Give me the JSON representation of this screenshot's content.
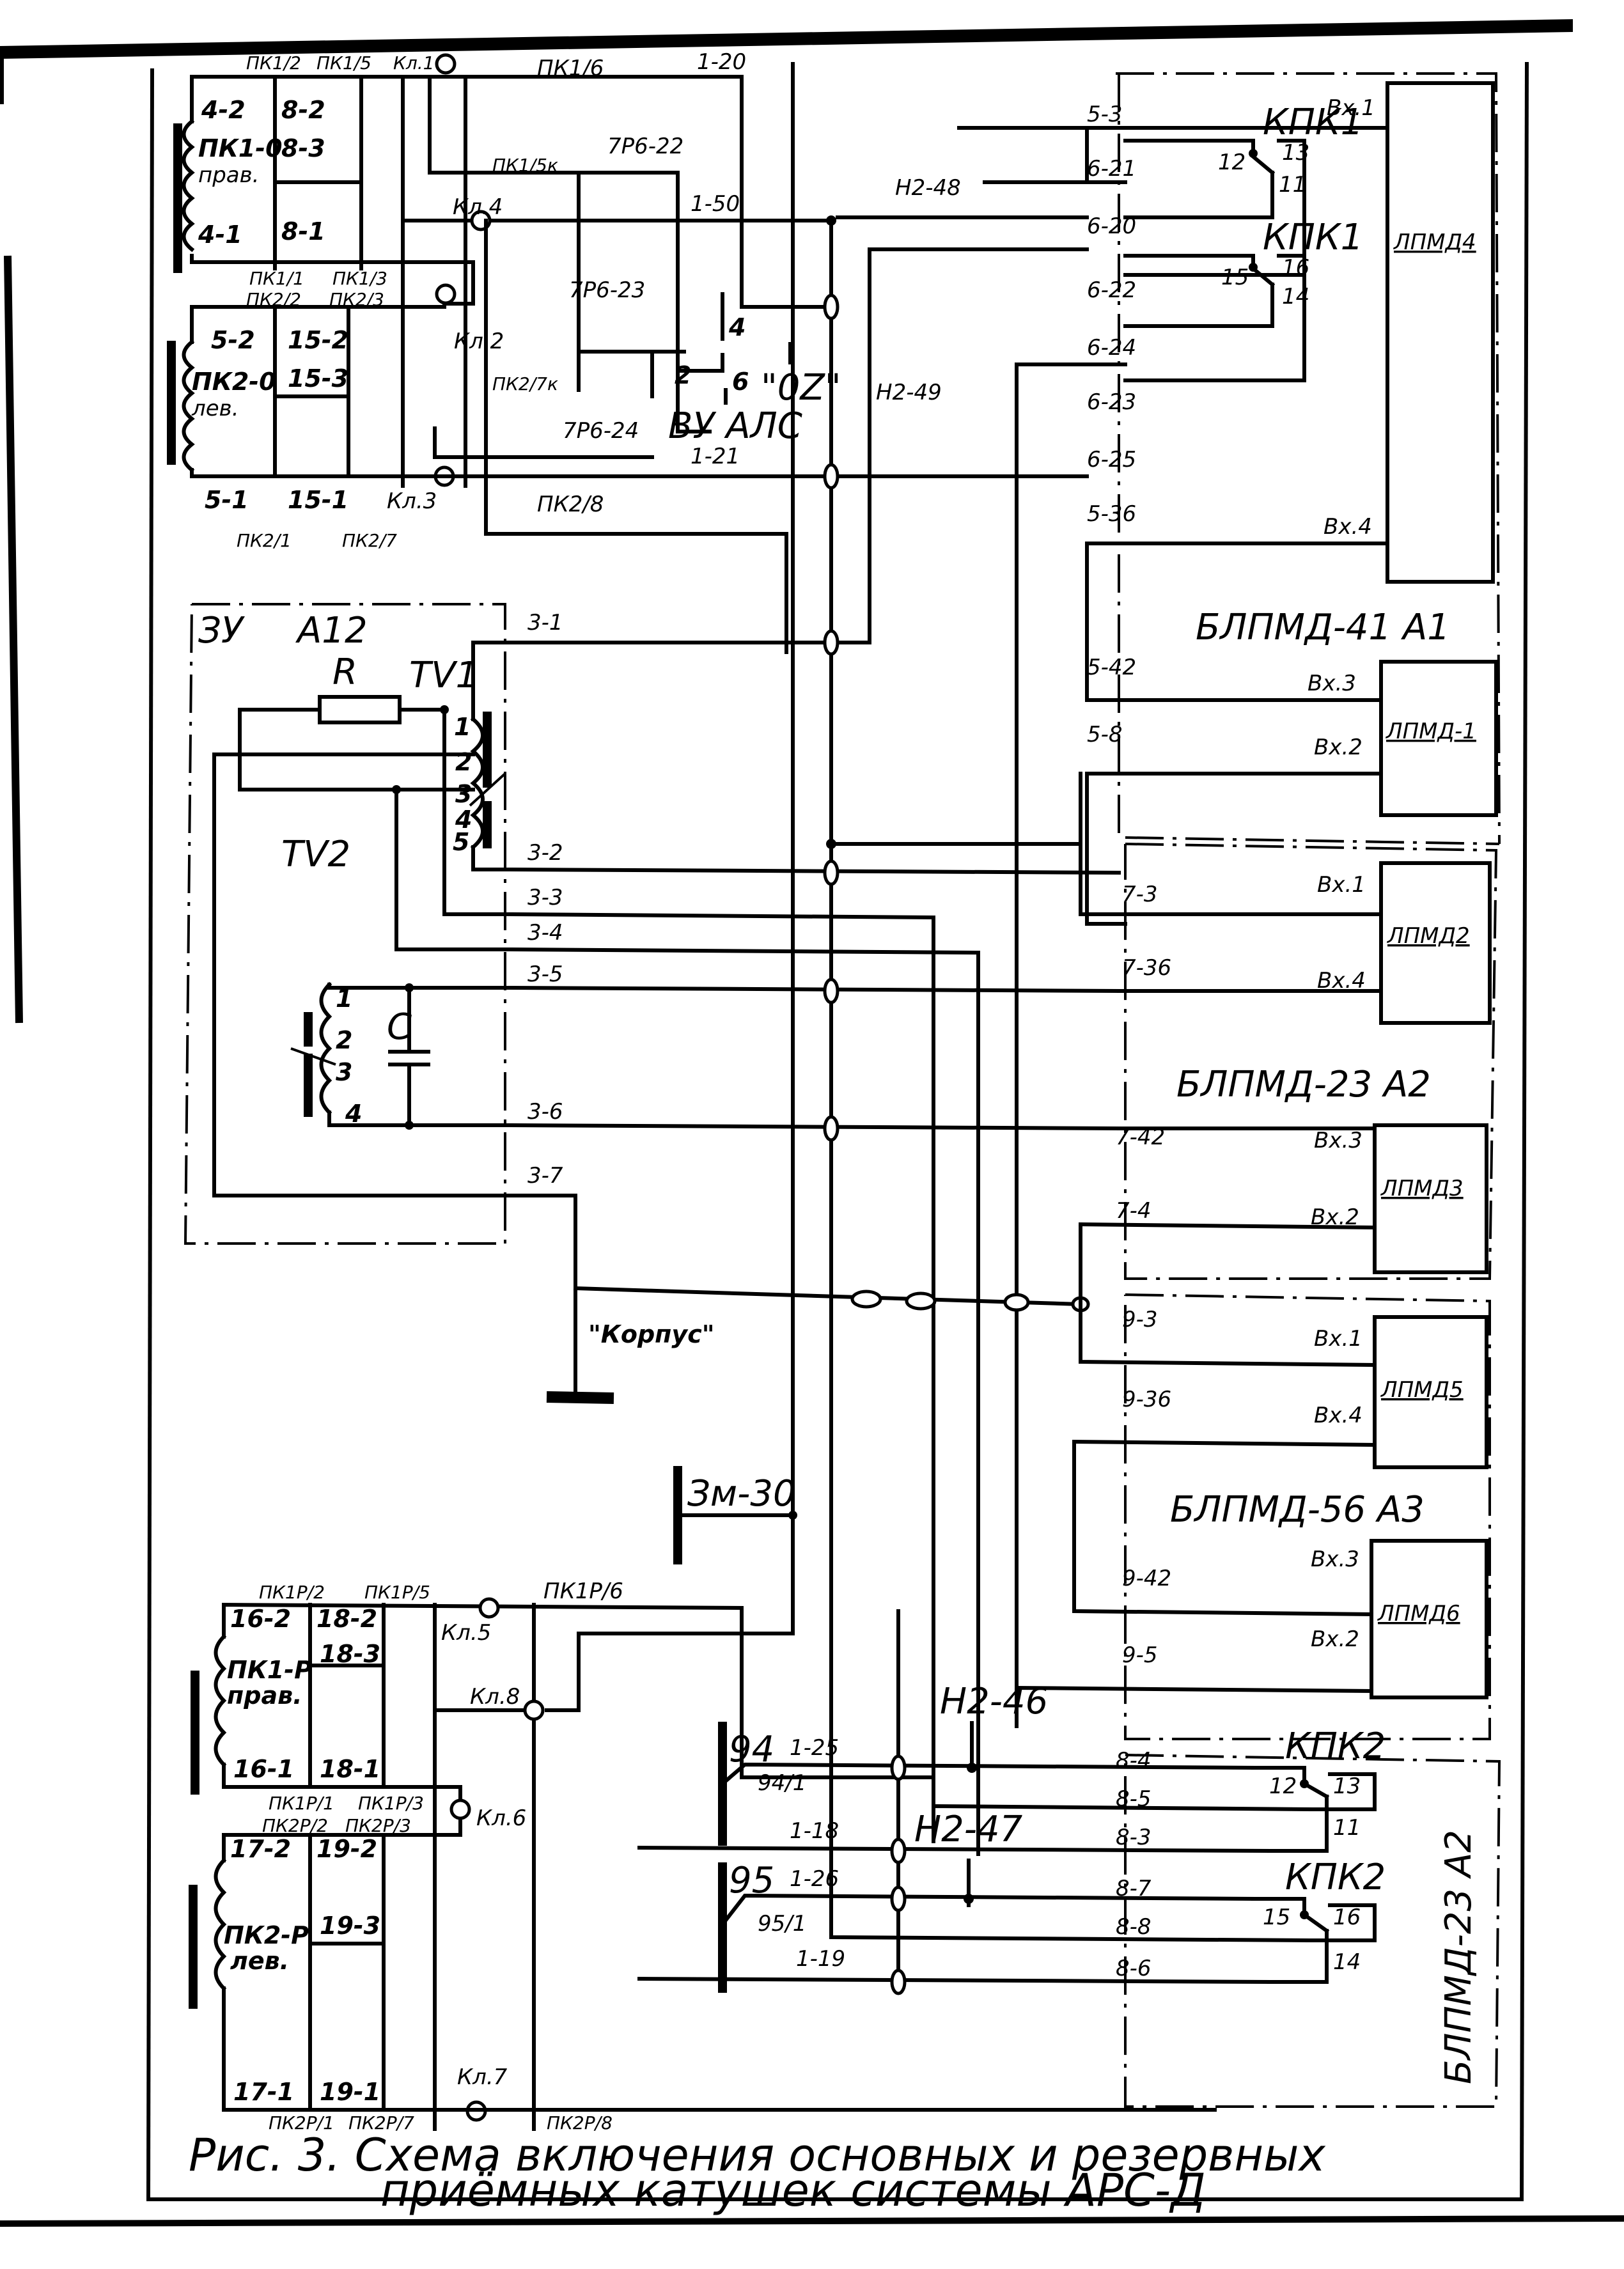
{
  "caption": {
    "line1": "Рис. 3. Схема включения основных и резервных",
    "line2": "приёмных катушек системы АРС-Д"
  },
  "main_coils": {
    "pk1": {
      "name": "ПК1-0",
      "side": "прав.",
      "t_top": "4-2",
      "t_bot": "4-1",
      "t_mid1": "8-2",
      "t_mid2": "8-3",
      "t_mid3": "8-1"
    },
    "pk2": {
      "name": "ПК2-0",
      "side": "лев.",
      "t_top": "5-2",
      "t_bot": "5-1",
      "t_mid1": "15-2",
      "t_mid2": "15-3",
      "t_mid3": "15-1"
    },
    "wire_labels": [
      "ПК1/2",
      "ПК1/5",
      "Кл.1",
      "ПК1/6",
      "ПК1/1",
      "ПК1/3",
      "ПК2/2",
      "ПК2/3",
      "ПК1/5к",
      "ПК2/7к",
      "ПК2/8",
      "ПК2/1",
      "ПК2/7"
    ],
    "clamps": [
      "Кл.4",
      "Кл.2",
      "Кл.3"
    ],
    "connectors": [
      "1-20",
      "1-50",
      "1-21",
      "7Р6-22",
      "7Р6-23",
      "7Р6-24"
    ]
  },
  "vu_als": {
    "name": "ВУ АЛС",
    "pins": [
      "4",
      "2",
      "6"
    ],
    "mark": "\"0Z\""
  },
  "zu": {
    "name": "ЗУ",
    "ref": "А12",
    "resistor": "R",
    "capacitor": "C",
    "tv1": {
      "name": "TV1",
      "pins": [
        "1",
        "2",
        "3",
        "4",
        "5"
      ]
    },
    "tv2": {
      "name": "TV2",
      "pins": [
        "1",
        "2",
        "3",
        "4"
      ]
    },
    "outputs": [
      "3-1",
      "3-2",
      "3-3",
      "3-4",
      "3-5",
      "3-6",
      "3-7"
    ]
  },
  "ground": {
    "label": "\"Корпус\""
  },
  "zm30": {
    "label": "Зм-30"
  },
  "blpmd41": {
    "title": "БЛПМД-41  А1",
    "lpmd4": {
      "name": "ЛПМД4",
      "inputs": [
        "Вх.1",
        "Вх.4"
      ]
    },
    "lpmd1": {
      "name": "ЛПМД-1",
      "inputs": [
        "Вх.3",
        "Вх.2"
      ]
    },
    "kpk_top": {
      "name": "КПК1",
      "contacts": [
        "12",
        "13",
        "11"
      ]
    },
    "kpk_bot": {
      "name": "КПК1",
      "contacts": [
        "15",
        "16",
        "14"
      ]
    },
    "connectors": [
      "5-3",
      "6-21",
      "6-20",
      "6-22",
      "6-24",
      "6-23",
      "6-25",
      "5-36",
      "5-42",
      "5-8"
    ],
    "h_labels": [
      "Н2-48",
      "Н2-49"
    ]
  },
  "blpmd23": {
    "title": "БЛПМД-23  А2",
    "lpmd2": {
      "name": "ЛПМД2",
      "inputs": [
        "Вх.1",
        "Вх.4"
      ]
    },
    "lpmd3": {
      "name": "ЛПМД3",
      "inputs": [
        "Вх.3",
        "Вх.2"
      ]
    },
    "connectors": [
      "7-3",
      "7-36",
      "7-42",
      "7-4"
    ]
  },
  "blpmd56": {
    "title": "БЛПМД-56  А3",
    "lpmd5": {
      "name": "ЛПМД5",
      "inputs": [
        "Вх.1",
        "Вх.4"
      ]
    },
    "lpmd6": {
      "name": "ЛПМД6",
      "inputs": [
        "Вх.3",
        "Вх.2"
      ]
    },
    "connectors": [
      "9-3",
      "9-36",
      "9-42",
      "9-5"
    ]
  },
  "reserve_coils": {
    "pk1p": {
      "name": "ПК1-Р",
      "side": "прав.",
      "t_top": "16-2",
      "t_bot": "16-1",
      "t_mid1": "18-2",
      "t_mid2": "18-3",
      "t_mid3": "18-1"
    },
    "pk2p": {
      "name": "ПК2-Р",
      "side": "лев.",
      "t_top": "17-2",
      "t_bot": "17-1",
      "t_mid1": "19-2",
      "t_mid2": "19-3",
      "t_mid3": "19-1"
    },
    "wire_labels": [
      "ПК1Р/2",
      "ПК1Р/5",
      "ПК1Р/6",
      "ПК1Р/1",
      "ПК1Р/3",
      "ПК2Р/2",
      "ПК2Р/3",
      "ПК2Р/1",
      "ПК2Р/7",
      "ПК2Р/8"
    ],
    "clamps": [
      "Кл.5",
      "Кл.8",
      "Кл.6",
      "Кл.7"
    ]
  },
  "blpmd23_bottom": {
    "title": "БЛПМД-23  А2",
    "kpk_top": {
      "name": "КПК2",
      "contacts": [
        "12",
        "13",
        "11"
      ]
    },
    "kpk_bot": {
      "name": "КПК2",
      "contacts": [
        "15",
        "16",
        "14"
      ]
    },
    "connectors": [
      "8-4",
      "8-5",
      "8-3",
      "8-7",
      "8-8",
      "8-6"
    ],
    "ext_connectors": [
      "1-25",
      "1-18",
      "1-26",
      "1-19"
    ],
    "terminals": [
      "94",
      "94/1",
      "95",
      "95/1"
    ],
    "h_labels": [
      "Н2-46",
      "Н2-47"
    ]
  }
}
